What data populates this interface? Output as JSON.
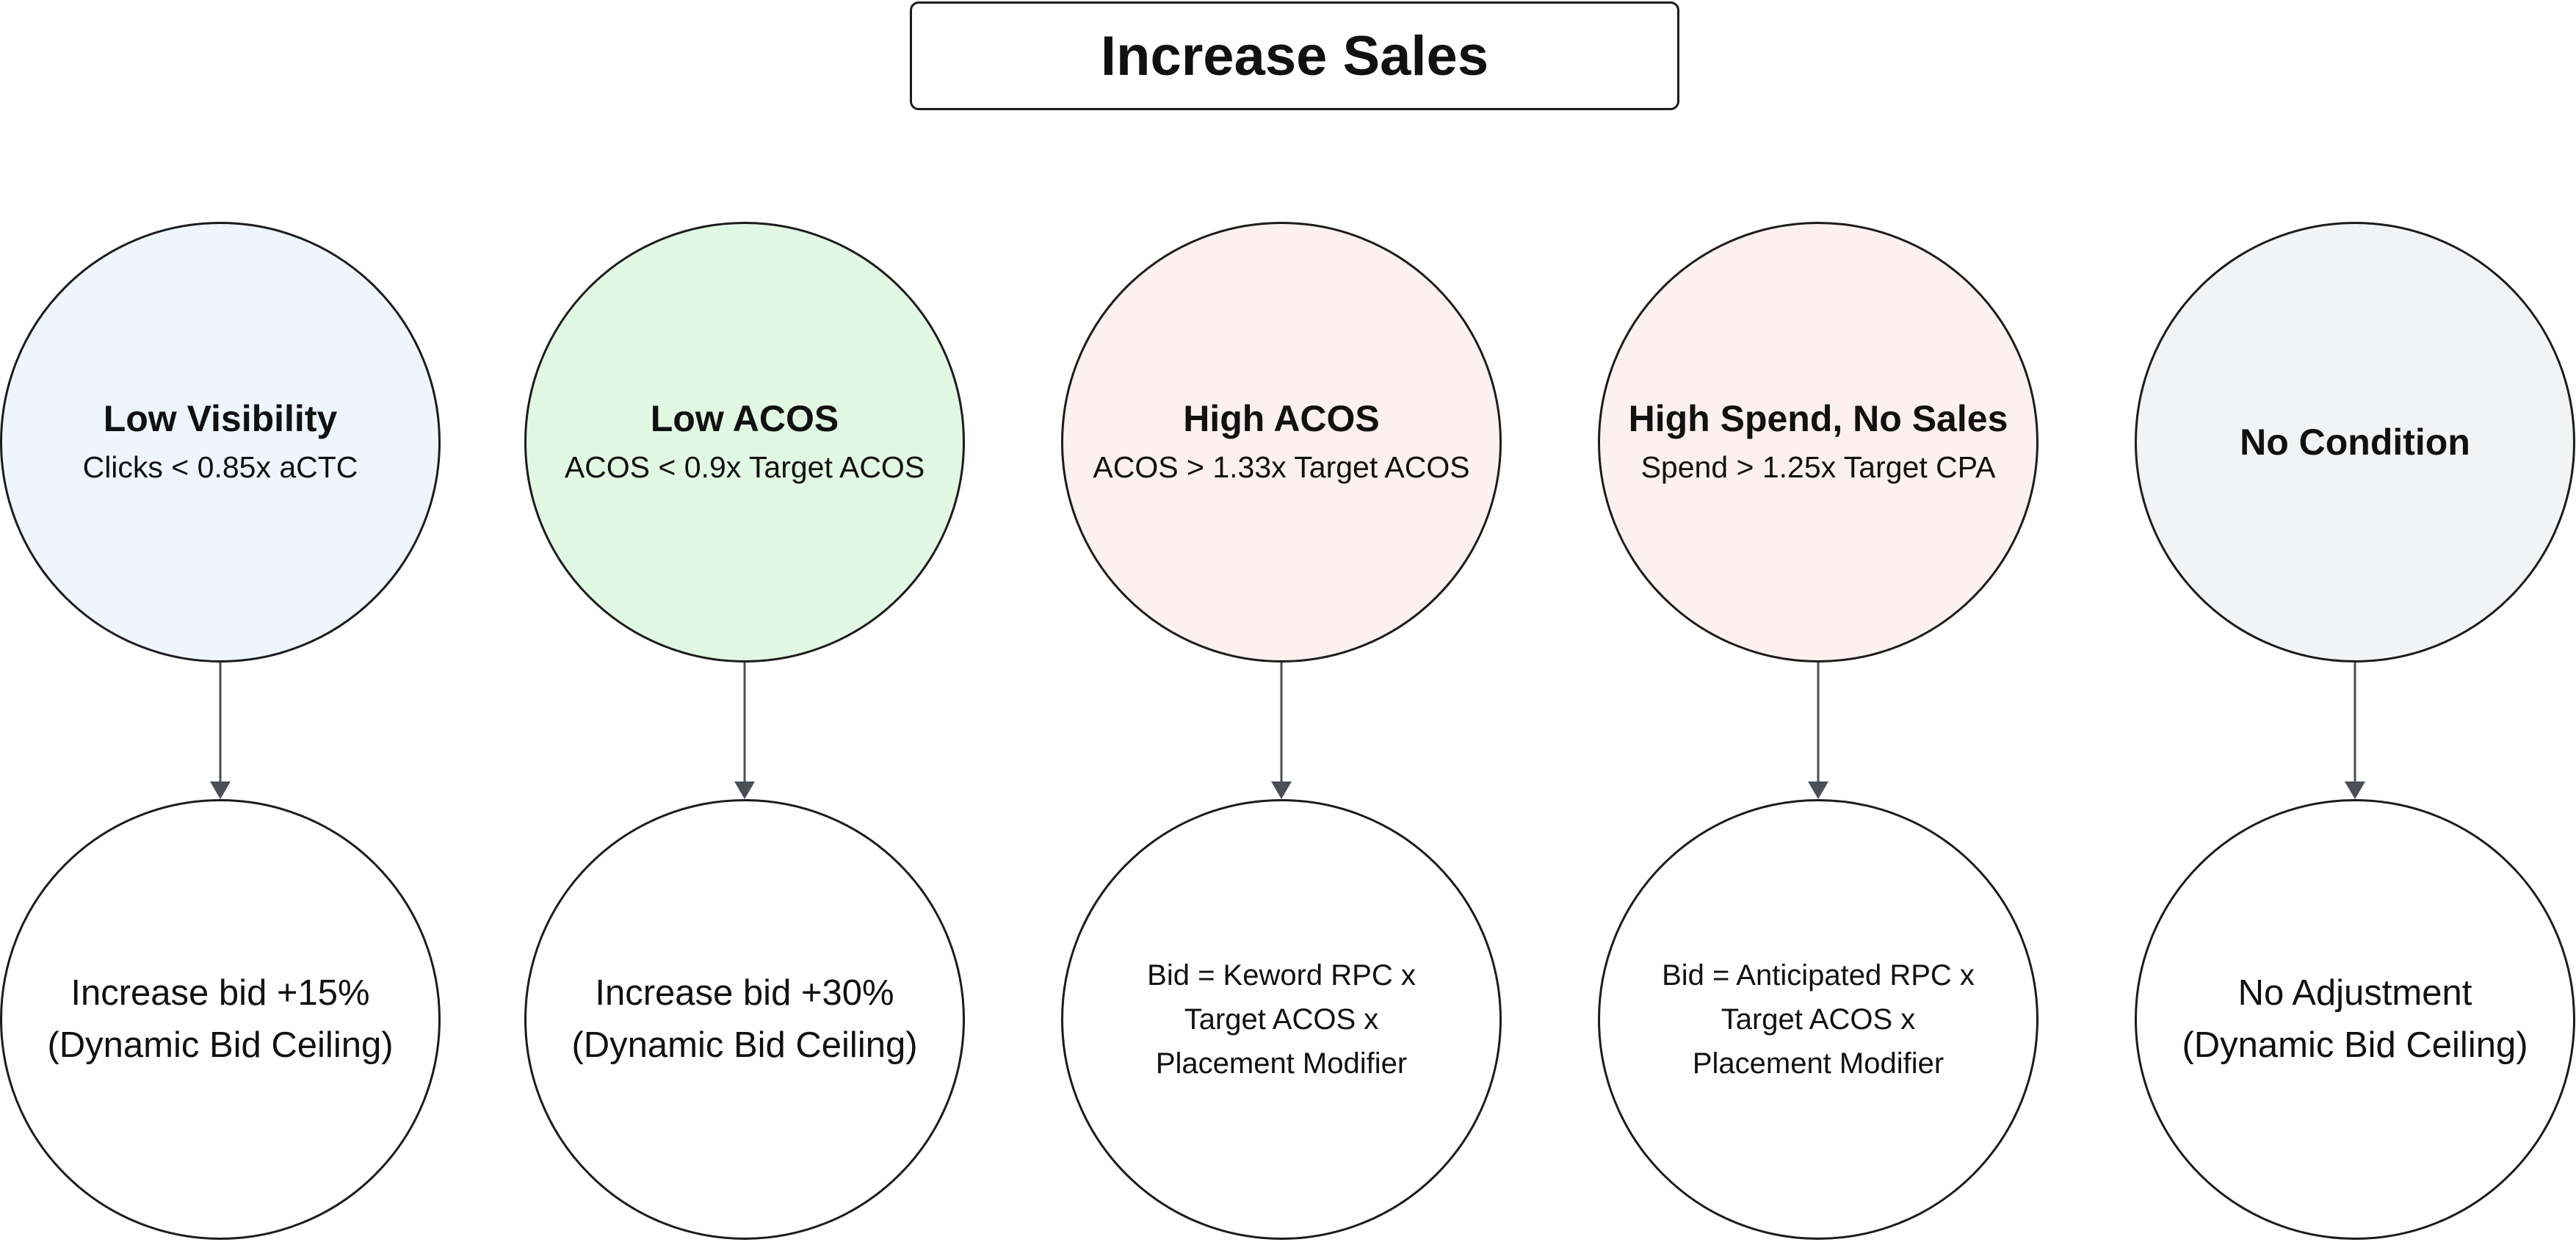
{
  "title": "Increase Sales",
  "colors": {
    "low_visibility_fill": "#eef5fe",
    "low_acos_fill": "#e1f8e2",
    "high_acos_fill": "#fdf0f0",
    "high_spend_fill": "#fdf0f0",
    "no_condition_fill": "#f2f3f5",
    "action_fill": "#ffffff",
    "outline": "#1c1c1c",
    "connector": "#4a4f57"
  },
  "conditions": [
    {
      "name": "Low Visibility",
      "rule": "Clicks < 0.85x aCTC"
    },
    {
      "name": "Low ACOS",
      "rule": "ACOS < 0.9x Target ACOS"
    },
    {
      "name": "High ACOS",
      "rule": "ACOS > 1.33x Target ACOS"
    },
    {
      "name": "High Spend, No Sales",
      "rule": "Spend > 1.25x Target CPA"
    },
    {
      "name": "No Condition",
      "rule": ""
    }
  ],
  "actions": [
    {
      "line1": "Increase bid +15%",
      "line2": "(Dynamic Bid Ceiling)"
    },
    {
      "line1": "Increase bid +30%",
      "line2": "(Dynamic Bid Ceiling)"
    },
    {
      "text": "Bid = Keword RPC x Target ACOS x Placement Modifier"
    },
    {
      "text": "Bid = Anticipated RPC x Target ACOS x Placement Modifier"
    },
    {
      "line1": "No Adjustment",
      "line2": "(Dynamic Bid Ceiling)"
    }
  ]
}
